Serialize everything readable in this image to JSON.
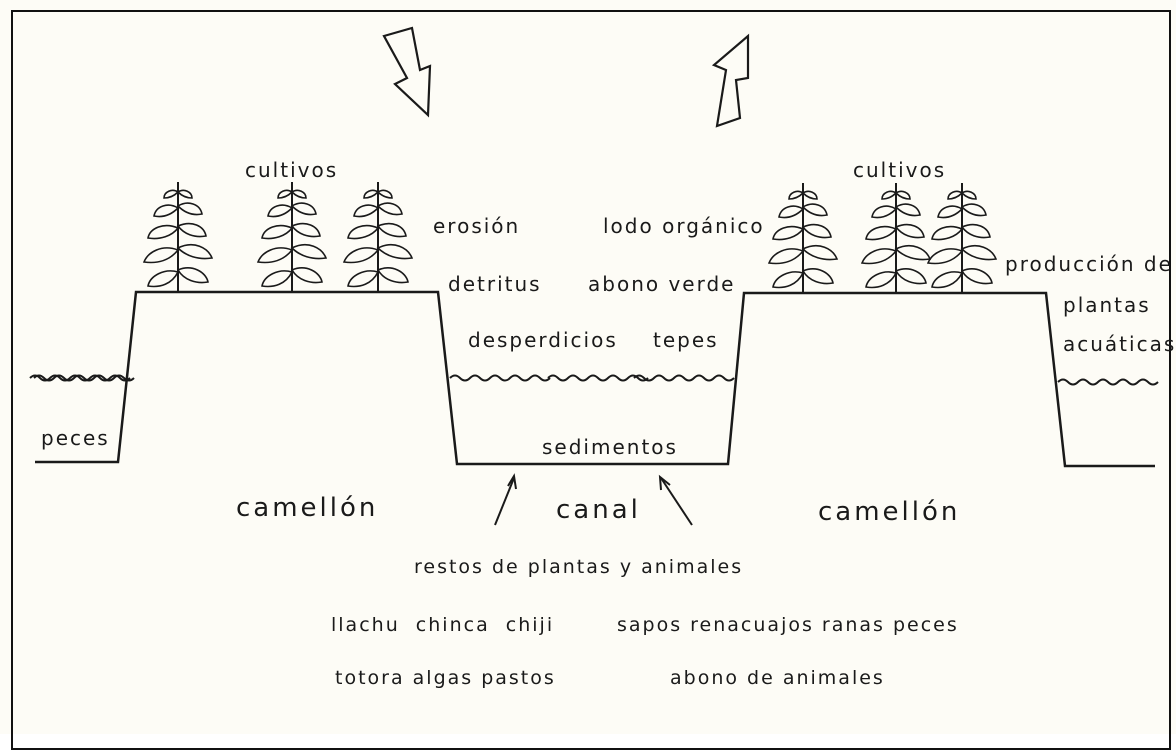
{
  "labels": {
    "crops_left": "cultivos",
    "crops_right": "cultivos",
    "erosion": "erosión",
    "organic_mud": "lodo orgánico",
    "detritus": "detritus",
    "green_manure": "abono verde",
    "waste": "desperdicios",
    "sods": "tepes",
    "aquatic_production_1": "producción de",
    "aquatic_production_2": "plantas",
    "aquatic_production_3": "acuáticas",
    "fish_left": "peces",
    "sediments": "sedimentos",
    "raised_field_left": "camellón",
    "canal": "canal",
    "raised_field_right": "camellón",
    "remains": "restos de plantas y animales",
    "plants_group": "llachu  chinca  chiji",
    "animals_group": "sapos renacuajos ranas peces",
    "plants_group_2": "totora algas pastos",
    "animal_manure": "abono de animales"
  },
  "colors": {
    "ink": "#1a1a1a",
    "paper": "#fdfcf6"
  }
}
